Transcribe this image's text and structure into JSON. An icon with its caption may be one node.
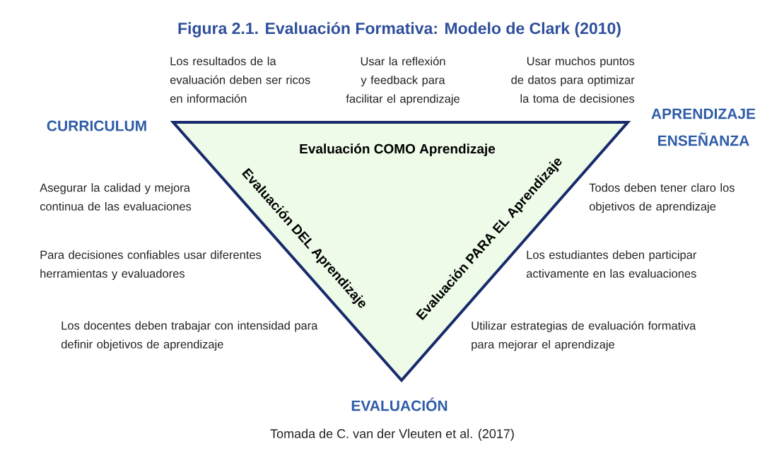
{
  "diagram": {
    "title": "Figura 2.1.     Evaluación Formativa: Modelo de Clark (2010)",
    "caption": "Tomada de C. van der Vleuten et al. (2017)",
    "nodes": [
      {
        "text": [
          "Evaluación COMO Aprendizaje",
          "Evaluación DEL Aprendizaje",
          "Evaluación PARA EL Aprendizaje"
        ]
      }
    ],
    "labels": [
      "Los resultados de la evaluación deben ser ricos en información",
      "Usar la reflexión y feedback para facilitar el aprendizaje",
      "Usar muchos puntos de datos para optimizar la toma de decisiones",
      "CURRICULUM",
      "APRENDIZAJE ENSEÑANZA",
      "Asegurar la calidad y mejora continua de las evaluaciones",
      "Todos deben tener claro los objetivos de aprendizaje",
      "Para decisiones confiables usar diferentes herramientas y evaluadores",
      "Los estudiantes deben participar activamente en las evaluaciones",
      "Los docentes deben trabajar con intensidad para definir objetivos de aprendizaje",
      "Utilizar estrategias de evaluación formativa para mejorar el aprendizaje",
      "EVALUACIÓN"
    ]
  }
}
